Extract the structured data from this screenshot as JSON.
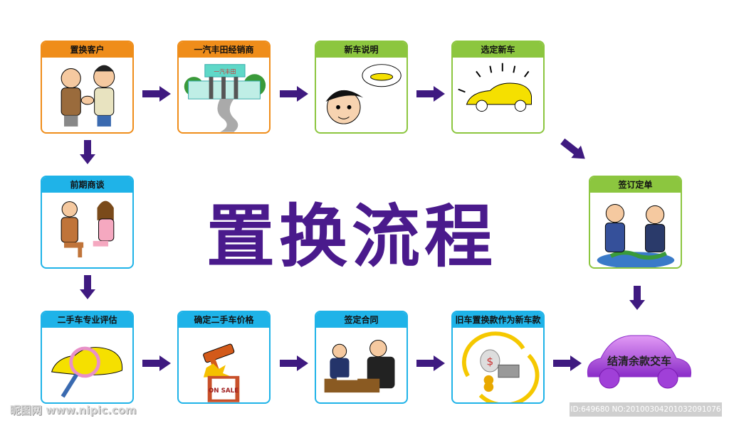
{
  "title": "置换流程",
  "steps": {
    "s1": "置换客户",
    "s2": "一汽丰田经销商",
    "s3": "新车说明",
    "s4": "选定新车",
    "s5": "签订定单",
    "s6": "前期商谈",
    "s7": "二手车专业评估",
    "s8": "确定二手车价格",
    "s9": "签定合同",
    "s10": "旧车置换款作为新车款",
    "s11": "结清余款交车"
  },
  "sign_text": "一汽丰田",
  "sale_sign": "ON SALE",
  "watermark_left": "昵图网 www.nipic.com",
  "watermark_right": "ID:649680 NO:20100304201032091076",
  "colors": {
    "orange": "#ef8d1a",
    "green": "#8cc63f",
    "blue": "#1fb3e8",
    "purple": "#4a1a8c"
  }
}
